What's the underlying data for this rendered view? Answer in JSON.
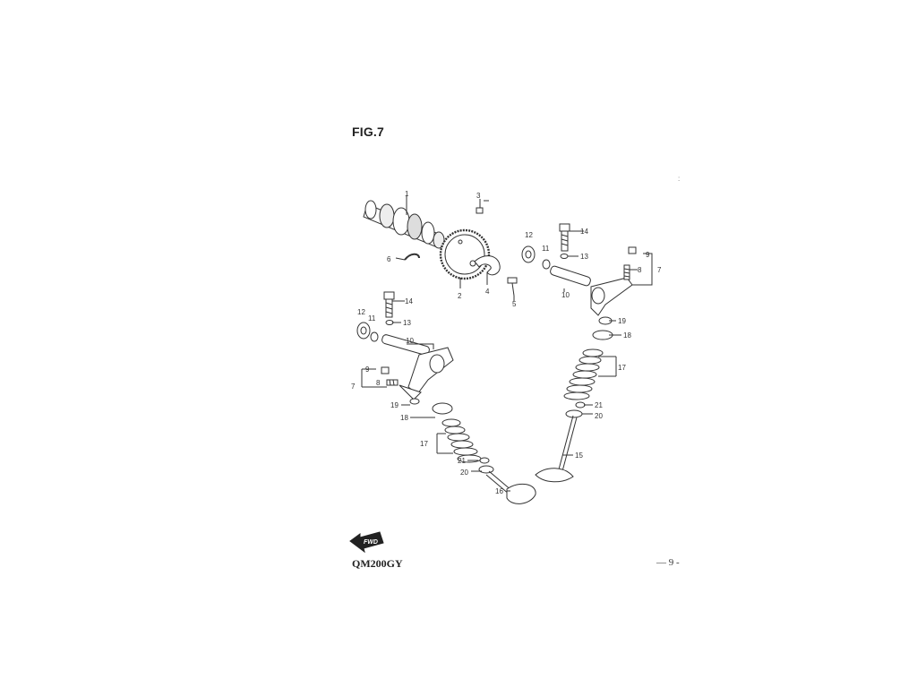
{
  "figure": {
    "title": "FIG.7",
    "model": "QM200GY",
    "page_number": "— 9 -",
    "margin_mark": ":"
  },
  "fwd_badge": {
    "label": "FWD",
    "icon": "fwd-arrow-icon"
  },
  "callouts": [
    "1",
    "2",
    "3",
    "4",
    "5",
    "6",
    "7",
    "8",
    "9",
    "10",
    "11",
    "12",
    "13",
    "14",
    "15",
    "16",
    "17",
    "18",
    "19",
    "20",
    "21"
  ],
  "colors": {
    "line": "#333333",
    "background": "#ffffff"
  }
}
